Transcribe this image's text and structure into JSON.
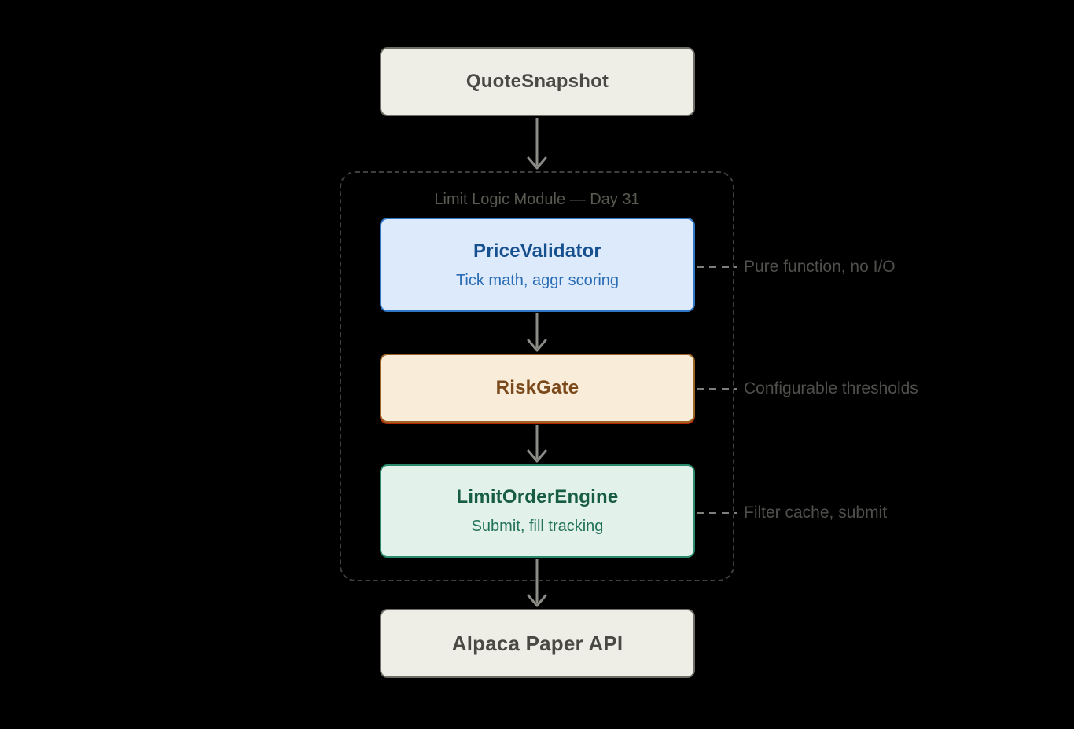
{
  "diagram": {
    "source_node": {
      "title": "QuoteSnapshot"
    },
    "module": {
      "label": "Limit Logic Module — Day 31"
    },
    "nodes": [
      {
        "id": "price-validator",
        "title": "PriceValidator",
        "subtitle": "Tick math, aggr scoring",
        "annotation": "Pure function, no I/O"
      },
      {
        "id": "risk-gate",
        "title": "RiskGate",
        "annotation": "Configurable thresholds"
      },
      {
        "id": "limit-order-engine",
        "title": "LimitOrderEngine",
        "subtitle": "Submit, fill tracking",
        "annotation": "Filter cache, submit"
      }
    ],
    "sink_node": {
      "title": "Alpaca Paper API"
    },
    "colors": {
      "background": "#000000",
      "neutral_fill": "#efeee6",
      "neutral_border": "#6e6e66",
      "neutral_text": "#4a4a44",
      "blue_fill": "#ddeafb",
      "blue_border": "#2f76c6",
      "blue_title": "#17508f",
      "blue_subtitle": "#2a6cb4",
      "orange_fill": "#f9ecd9",
      "orange_border": "#9c6426",
      "orange_title": "#7a4a1c",
      "orange_accent": "#b52600",
      "green_fill": "#e2f1ea",
      "green_border": "#2b8a6b",
      "green_title": "#175c44",
      "green_subtitle": "#22725a",
      "container_border": "#3f3f3f",
      "container_label": "#5a5a52",
      "arrow": "#8c8c87",
      "connector": "#7e7e7a",
      "annotation_text": "#4f4f4b"
    }
  }
}
